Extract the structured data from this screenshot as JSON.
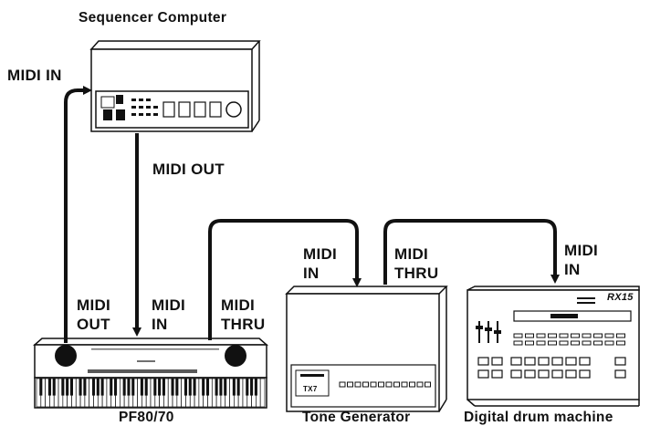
{
  "devices": {
    "sequencer_title": "Sequencer Computer",
    "keyboard_caption": "PF80/70",
    "tone_caption": "Tone Generator",
    "drum_caption": "Digital drum machine",
    "tone_model": "TX7",
    "drum_model": "RX15"
  },
  "labels": {
    "seq_midi_in": "MIDI IN",
    "seq_midi_out": "MIDI OUT",
    "kb_out_1": "MIDI",
    "kb_out_2": "OUT",
    "kb_in_1": "MIDI",
    "kb_in_2": "IN",
    "kb_thru_1": "MIDI",
    "kb_thru_2": "THRU",
    "tg_in_1": "MIDI",
    "tg_in_2": "IN",
    "tg_thru_1": "MIDI",
    "tg_thru_2": "THRU",
    "dm_in_1": "MIDI",
    "dm_in_2": "IN"
  },
  "colors": {
    "ink": "#111111",
    "panel": "#ffffff"
  }
}
